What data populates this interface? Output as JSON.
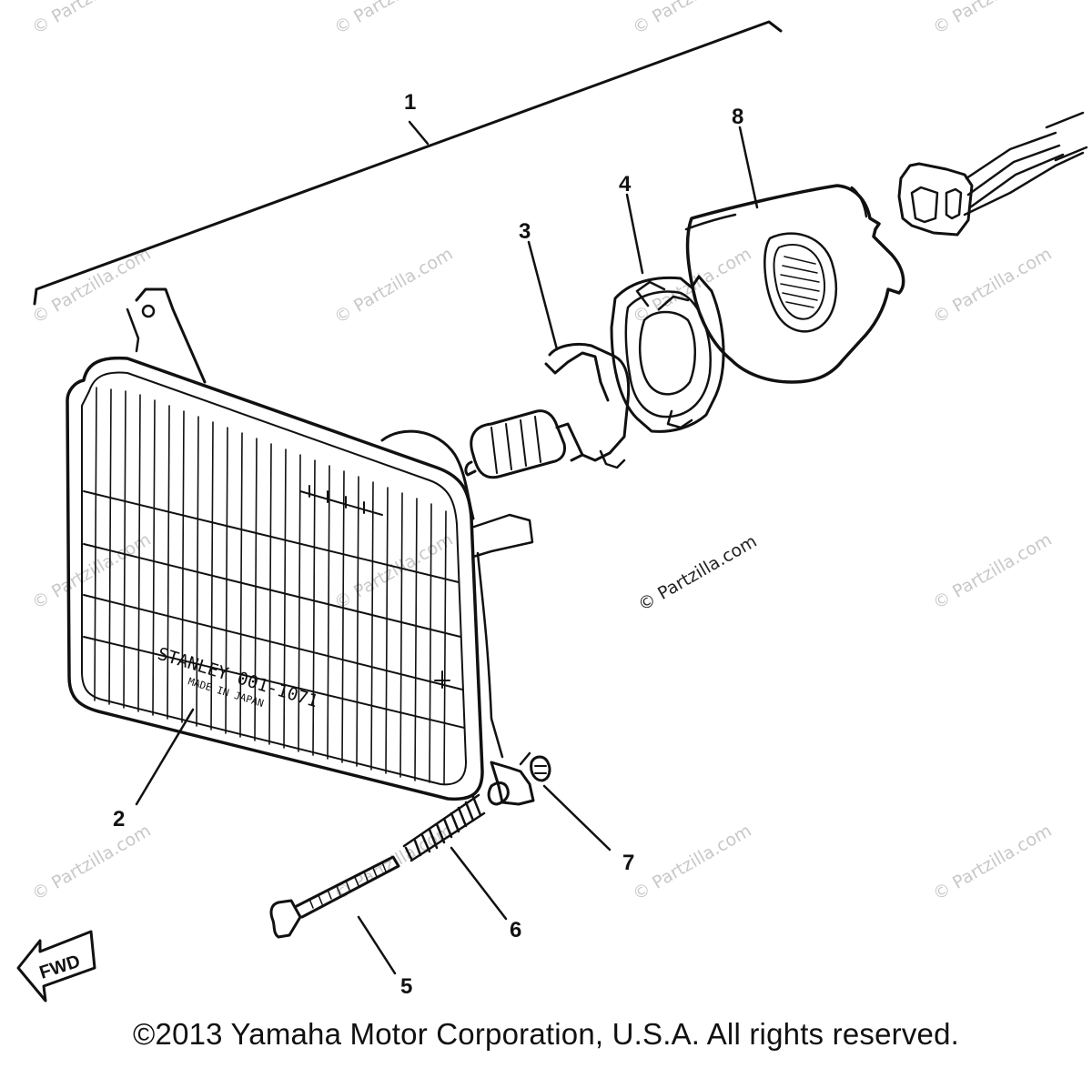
{
  "diagram": {
    "callouts": [
      "1",
      "2",
      "3",
      "4",
      "5",
      "6",
      "7",
      "8"
    ],
    "lens_text": {
      "brand_line": "STANLEY 001-1071",
      "origin_line": "MADE IN JAPAN"
    },
    "fwd_label": "FWD",
    "watermark_text": "© Partzilla.com",
    "copyright": "©2013 Yamaha Motor Corporation, U.S.A. All rights reserved."
  }
}
